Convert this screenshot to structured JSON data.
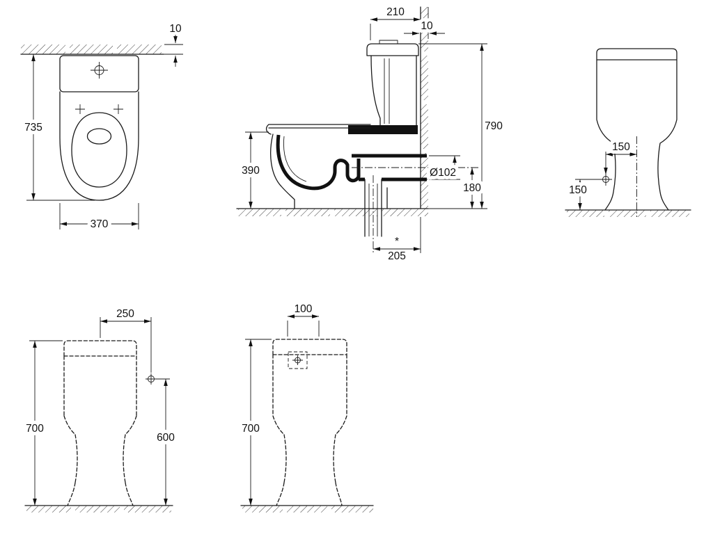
{
  "meta": {
    "title": "Close-coupled WC dimensional drawing",
    "background": "#ffffff",
    "line_color": "#1a1a1a"
  },
  "top_view": {
    "wall_offset": "10",
    "depth": "735",
    "width": "370"
  },
  "side_view": {
    "cistern_depth": "210",
    "wall_thickness": "10",
    "overall_height": "790",
    "rim_height": "390",
    "outlet_diameter": "Ø102",
    "outlet_center_height": "180",
    "footnote": "*",
    "outlet_to_wall": "205"
  },
  "rear_view": {
    "inlet_offset": "150",
    "inlet_height": "150"
  },
  "front_view": {
    "supply_offset": "250",
    "overall_height": "700",
    "supply_height": "600"
  },
  "back_view": {
    "inlet_offset": "100",
    "overall_height": "700"
  }
}
